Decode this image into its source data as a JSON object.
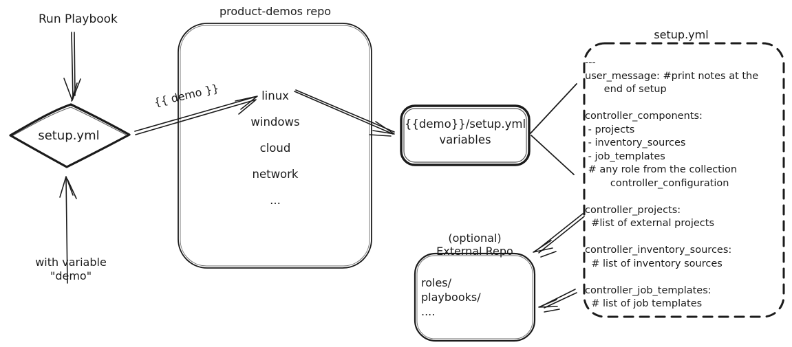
{
  "canvas": {
    "background": "#ffffff",
    "ink": "#1b1b1b"
  },
  "left_flow": {
    "run_playbook_label": "Run Playbook",
    "diamond_label": "setup.yml",
    "with_variable_line1": "with variable",
    "with_variable_line2": "\"demo\"",
    "demo_arrow_label": "{{ demo }}"
  },
  "product_demos": {
    "title": "product-demos repo",
    "items": [
      "linux",
      "windows",
      "cloud",
      "network",
      "..."
    ]
  },
  "variables_box": {
    "line1": "{{demo}}/setup.yml",
    "line2": "variables"
  },
  "setup_yml": {
    "title": "setup.yml",
    "lines": [
      "---",
      "user_message: #print notes at the",
      "      end of setup",
      "",
      "controller_components:",
      " - projects",
      " - inventory_sources",
      " - job_templates",
      " # any role from the collection",
      "        controller_configuration",
      "",
      "controller_projects:",
      "  #list of external projects",
      "",
      "controller_inventory_sources:",
      "  # list of inventory sources",
      "",
      "controller_job_templates:",
      "  # list of job templates"
    ]
  },
  "external_repo": {
    "label_line1": "(optional)",
    "label_line2": "External Repo",
    "contents": [
      "roles/",
      "playbooks/",
      "...."
    ]
  }
}
